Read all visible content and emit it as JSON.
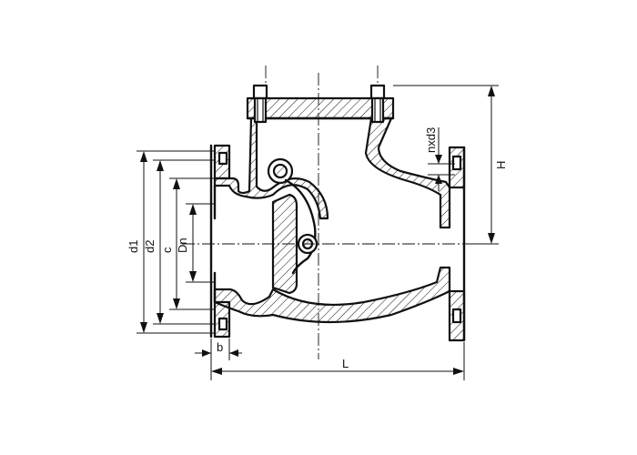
{
  "labels": {
    "d1": "d1",
    "d2": "d2",
    "c": "c",
    "dn": "Dn",
    "b": "b",
    "l": "L",
    "h": "H",
    "nxd3": "nxd3"
  }
}
